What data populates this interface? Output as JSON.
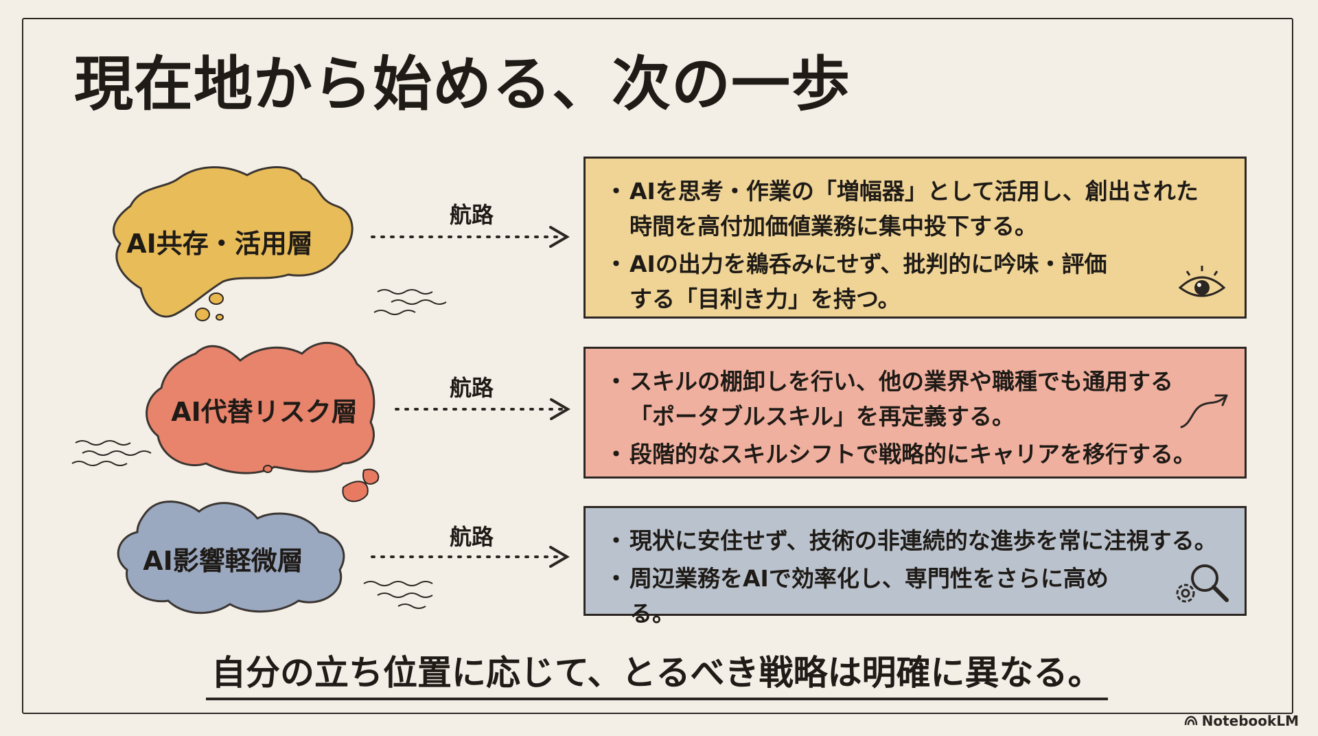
{
  "title": "現在地から始める、次の一歩",
  "layers": [
    {
      "label": "AI共存・活用層",
      "route_label": "航路",
      "color": "#e8b84e",
      "bullets": [
        "AIを思考・作業の「増幅器」として活用し、創出された時間を高付加価値業務に集中投下する。",
        "AIの出力を鵜呑みにせず、批判的に吟味・評価する「目利き力」を持つ。"
      ],
      "icon": "eye-icon"
    },
    {
      "label": "AI代替リスク層",
      "route_label": "航路",
      "color": "#e87a62",
      "bullets": [
        "スキルの棚卸しを行い、他の業界や職種でも通用する「ポータブルスキル」を再定義する。",
        "段階的なスキルシフトで戦略的にキャリアを移行する。"
      ],
      "icon": "curved-arrow-icon"
    },
    {
      "label": "AI影響軽微層",
      "route_label": "航路",
      "color": "#93a3bd",
      "bullets": [
        "現状に安住せず、技術の非連続的な進歩を常に注視する。",
        "周辺業務をAIで効率化し、専門性をさらに高める。"
      ],
      "icon": "gear-magnifier-icon"
    }
  ],
  "conclusion": "自分の立ち位置に応じて、とるべき戦略は明確に異なる。",
  "brand": "NotebookLM"
}
